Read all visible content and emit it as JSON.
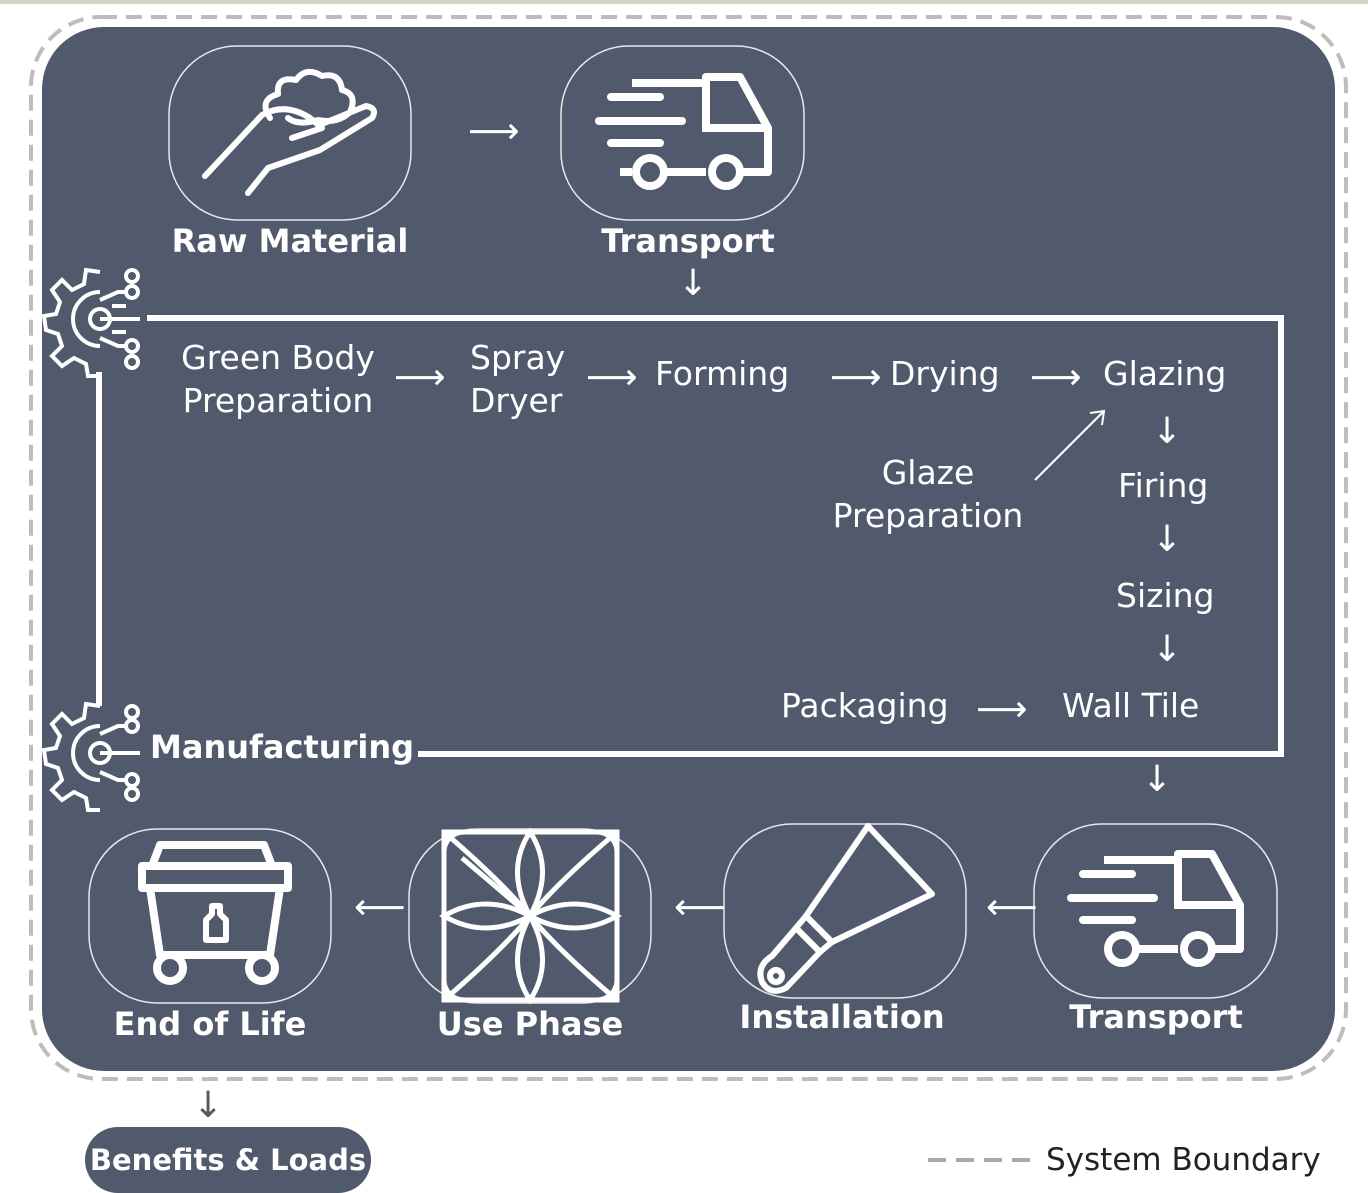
{
  "colors": {
    "panel": "#505a6c",
    "line": "#ffffff",
    "boundary": "#bdbdbd"
  },
  "stages": {
    "raw_material": "Raw Material",
    "transport_in": "Transport",
    "manufacturing": "Manufacturing",
    "transport_out": "Transport",
    "installation": "Installation",
    "use_phase": "Use Phase",
    "end_of_life": "End of Life"
  },
  "process": {
    "green_body_line1": "Green Body",
    "green_body_line2": "Preparation",
    "spray_line1": "Spray",
    "spray_line2": "Dryer",
    "forming": "Forming",
    "drying": "Drying",
    "glazing": "Glazing",
    "glaze_prep_line1": "Glaze",
    "glaze_prep_line2": "Preparation",
    "firing": "Firing",
    "sizing": "Sizing",
    "packaging": "Packaging",
    "wall_tile": "Wall Tile"
  },
  "benefits_loads": "Benefits & Loads",
  "legend": {
    "label": "System Boundary"
  },
  "icons": {
    "raw_material": "hand-holding-clay-icon",
    "transport": "delivery-truck-icon",
    "manufacturing": "gear-circuit-icon",
    "installation": "putty-knife-icon",
    "use_phase": "decorative-tile-icon",
    "end_of_life": "waste-bin-icon"
  }
}
